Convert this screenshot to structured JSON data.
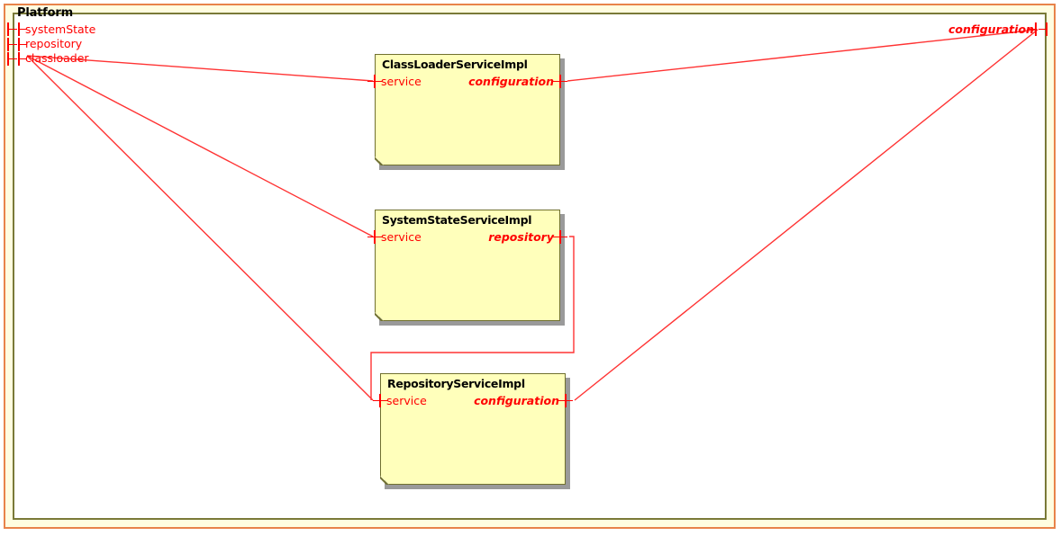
{
  "diagram": {
    "kind": "uml-composite-structure",
    "frame_title": "Platform",
    "colors": {
      "frame_outer_border": "#E8834A",
      "frame_inner_border": "#7A7A38",
      "frame_gap_fill": "#FFFDE0",
      "class_fill": "#FFFFBB",
      "class_border": "#70702F",
      "port_red": "#FF0000",
      "title_black": "#000000",
      "shadow_gray": "#9a9a9a",
      "canvas": "#FFFFFF"
    }
  },
  "frame_ports": {
    "left": [
      {
        "name": "systemState",
        "style": "upright"
      },
      {
        "name": "repository",
        "style": "upright"
      },
      {
        "name": "classloader",
        "style": "upright"
      }
    ],
    "right": [
      {
        "name": "configuration",
        "style": "italic"
      }
    ]
  },
  "classes": [
    {
      "id": "classloader-service-impl",
      "title": "ClassLoaderServiceImpl",
      "left_port": {
        "name": "service",
        "style": "upright"
      },
      "right_port": {
        "name": "configuration",
        "style": "italic"
      }
    },
    {
      "id": "systemstate-service-impl",
      "title": "SystemStateServiceImpl",
      "left_port": {
        "name": "service",
        "style": "upright"
      },
      "right_port": {
        "name": "repository",
        "style": "italic"
      }
    },
    {
      "id": "repository-service-impl",
      "title": "RepositoryServiceImpl",
      "left_port": {
        "name": "service",
        "style": "upright"
      },
      "right_port": {
        "name": "configuration",
        "style": "italic"
      }
    }
  ],
  "connectors": [
    {
      "from": "platform.classloader",
      "to": "classloader-service-impl.service"
    },
    {
      "from": "platform.classloader",
      "to": "systemstate-service-impl.service"
    },
    {
      "from": "platform.classloader",
      "to": "repository-service-impl.service"
    },
    {
      "from": "classloader-service-impl.configuration",
      "to": "platform.configuration"
    },
    {
      "from": "repository-service-impl.configuration",
      "to": "platform.configuration"
    },
    {
      "from": "systemstate-service-impl.repository",
      "to": "repository-service-impl.service"
    }
  ]
}
